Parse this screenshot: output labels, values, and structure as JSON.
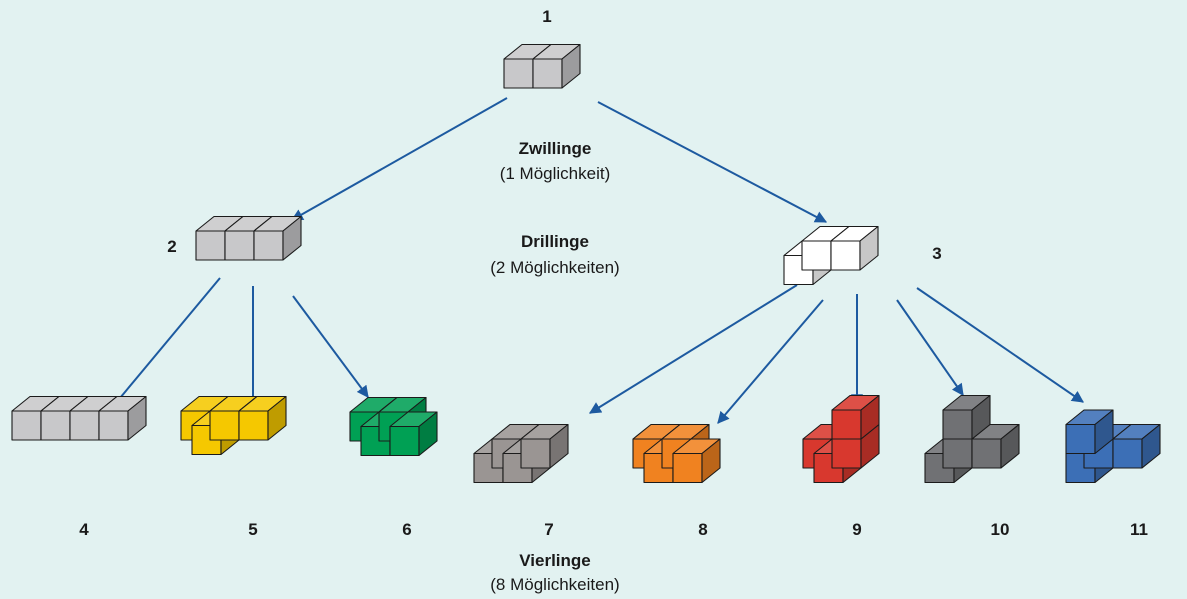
{
  "shapes": [
    {
      "id": "1",
      "number": "1",
      "color": "#c8c8ca",
      "cells": [
        [
          0,
          0,
          0
        ],
        [
          1,
          0,
          0
        ]
      ]
    },
    {
      "id": "2",
      "number": "2",
      "color": "#c8c8ca",
      "cells": [
        [
          0,
          0,
          0
        ],
        [
          1,
          0,
          0
        ],
        [
          2,
          0,
          0
        ]
      ]
    },
    {
      "id": "3",
      "number": "3",
      "color": "#ffffff",
      "cells": [
        [
          0,
          0,
          0
        ],
        [
          1,
          0,
          0
        ],
        [
          0,
          -1,
          0
        ]
      ]
    },
    {
      "id": "4",
      "number": "4",
      "color": "#c8c8ca",
      "cells": [
        [
          0,
          0,
          0
        ],
        [
          1,
          0,
          0
        ],
        [
          2,
          0,
          0
        ],
        [
          3,
          0,
          0
        ]
      ]
    },
    {
      "id": "5",
      "number": "5",
      "color": "#f5c800",
      "cells": [
        [
          0,
          0,
          0
        ],
        [
          1,
          0,
          0
        ],
        [
          2,
          0,
          0
        ],
        [
          1,
          -1,
          0
        ]
      ]
    },
    {
      "id": "6",
      "number": "6",
      "color": "#00a054",
      "cells": [
        [
          0,
          0,
          0
        ],
        [
          1,
          0,
          0
        ],
        [
          1,
          -1,
          0
        ],
        [
          2,
          -1,
          0
        ]
      ]
    },
    {
      "id": "7",
      "number": "7",
      "color": "#9a9593",
      "cells": [
        [
          0,
          0,
          0
        ],
        [
          1,
          0,
          0
        ],
        [
          0,
          -1,
          0
        ],
        [
          1,
          -1,
          0
        ]
      ]
    },
    {
      "id": "8",
      "number": "8",
      "color": "#f08220",
      "cells": [
        [
          0,
          0,
          0
        ],
        [
          1,
          0,
          0
        ],
        [
          1,
          -1,
          0
        ],
        [
          2,
          -1,
          0
        ]
      ]
    },
    {
      "id": "9",
      "number": "9",
      "color": "#d8382e",
      "cells": [
        [
          0,
          0,
          0
        ],
        [
          1,
          0,
          0
        ],
        [
          1,
          0,
          1
        ],
        [
          1,
          -1,
          0
        ]
      ]
    },
    {
      "id": "10",
      "number": "10",
      "color": "#707174",
      "cells": [
        [
          0,
          0,
          0
        ],
        [
          1,
          0,
          0
        ],
        [
          0,
          -1,
          0
        ],
        [
          0,
          0,
          1
        ]
      ]
    },
    {
      "id": "11",
      "number": "11",
      "color": "#3c6fb6",
      "cells": [
        [
          0,
          0,
          0
        ],
        [
          1,
          0,
          0
        ],
        [
          0,
          -1,
          0
        ],
        [
          0,
          -1,
          1
        ]
      ]
    }
  ],
  "levels": {
    "twins": {
      "name": "Zwillinge",
      "count": "(1 Möglichkeit)"
    },
    "triplets": {
      "name": "Drillinge",
      "count": "(2 Möglichkeiten)"
    },
    "quadruplets": {
      "name": "Vierlinge",
      "count": "(8 Möglichkeiten)"
    }
  },
  "edges": [
    [
      "1",
      "2"
    ],
    [
      "1",
      "3"
    ],
    [
      "2",
      "4"
    ],
    [
      "2",
      "5"
    ],
    [
      "2",
      "6"
    ],
    [
      "3",
      "7"
    ],
    [
      "3",
      "8"
    ],
    [
      "3",
      "9"
    ],
    [
      "3",
      "10"
    ],
    [
      "3",
      "11"
    ]
  ],
  "colors": {
    "background": "#e2f2f1",
    "arrow": "#1d5aa0"
  }
}
